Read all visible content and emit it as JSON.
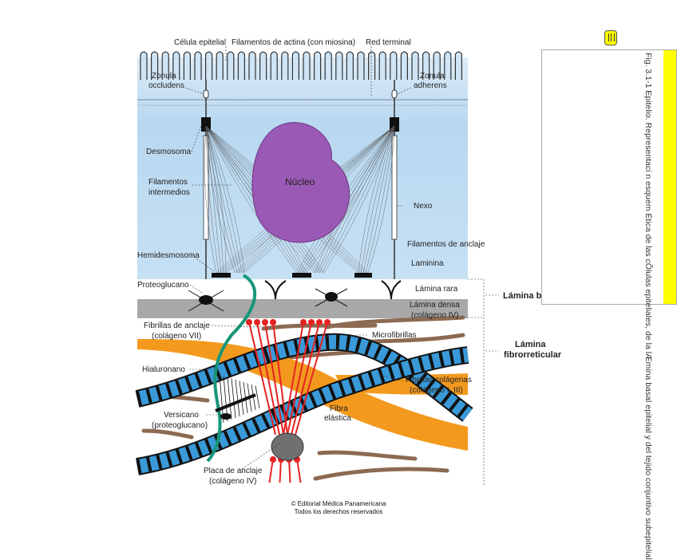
{
  "figure": {
    "labels": {
      "celula_epitelial": "Célula epitelial",
      "filamentos_actina": "Filamentos de actina (con miosina)",
      "red_terminal": "Red terminal",
      "zonula_occludens_1": "Zonula",
      "zonula_occludens_2": "occludens",
      "zonula_adherens_1": "Zonula",
      "zonula_adherens_2": "adherens",
      "desmosoma": "Desmosoma",
      "filamentos_intermedios_1": "Filamentos",
      "filamentos_intermedios_2": "intermedios",
      "nucleo": "Núcleo",
      "nexo": "Nexo",
      "filamentos_anclaje": "Filamentos de anclaje",
      "laminina": "Laminina",
      "hemidesmosoma": "Hemidesmosoma",
      "proteoglucano": "Proteoglucano",
      "lamina_rara": "Lámina rara",
      "lamina_densa_1": "Lámina densa",
      "lamina_densa_2": "(colágeno IV)",
      "lamina_basal": "Lámina b",
      "lamina_fibro_1": "Lámina",
      "lamina_fibro_2": "fibrorreticular",
      "fibrillas_anclaje_1": "Fibrillas de anclaje",
      "fibrillas_anclaje_2": "(colágeno VII)",
      "microfibrillas": "Microfibrillas",
      "hialuronano": "Hialuronano",
      "fibrillas_colagenas_1": "Fibrillas colágenas",
      "fibrillas_colagenas_2": "(colágeno I, III)",
      "fibra_elastica_1": "Fibra",
      "fibra_elastica_2": "elástica",
      "versicano_1": "Versicano",
      "versicano_2": "(proteoglucano)",
      "placa_anclaje_1": "Placa de anclaje",
      "placa_anclaje_2": "(colágeno IV)"
    },
    "copyright_1": "© Editorial Médica Panamericana",
    "copyright_2": "Todos los derechos reservados",
    "colors": {
      "cell": "#b8d8f0",
      "nucleus": "#9b59b6",
      "collagen": "#3a9ad9",
      "elastic": "#f39a1e",
      "lamina_densa": "#a8a8a8",
      "anchoring": "#e52222",
      "hyaluronan": "#16967a",
      "highlight": "#ffff00"
    }
  },
  "annotation": {
    "icon": "sticky-note-icon",
    "caption": "Fig. 3.1-1 Epitelio. Representaci n esquem Ética de las cÕlulas epiteliales, de la lÆmina basal epitelial y del tejido conjuntivo subepitelial"
  }
}
